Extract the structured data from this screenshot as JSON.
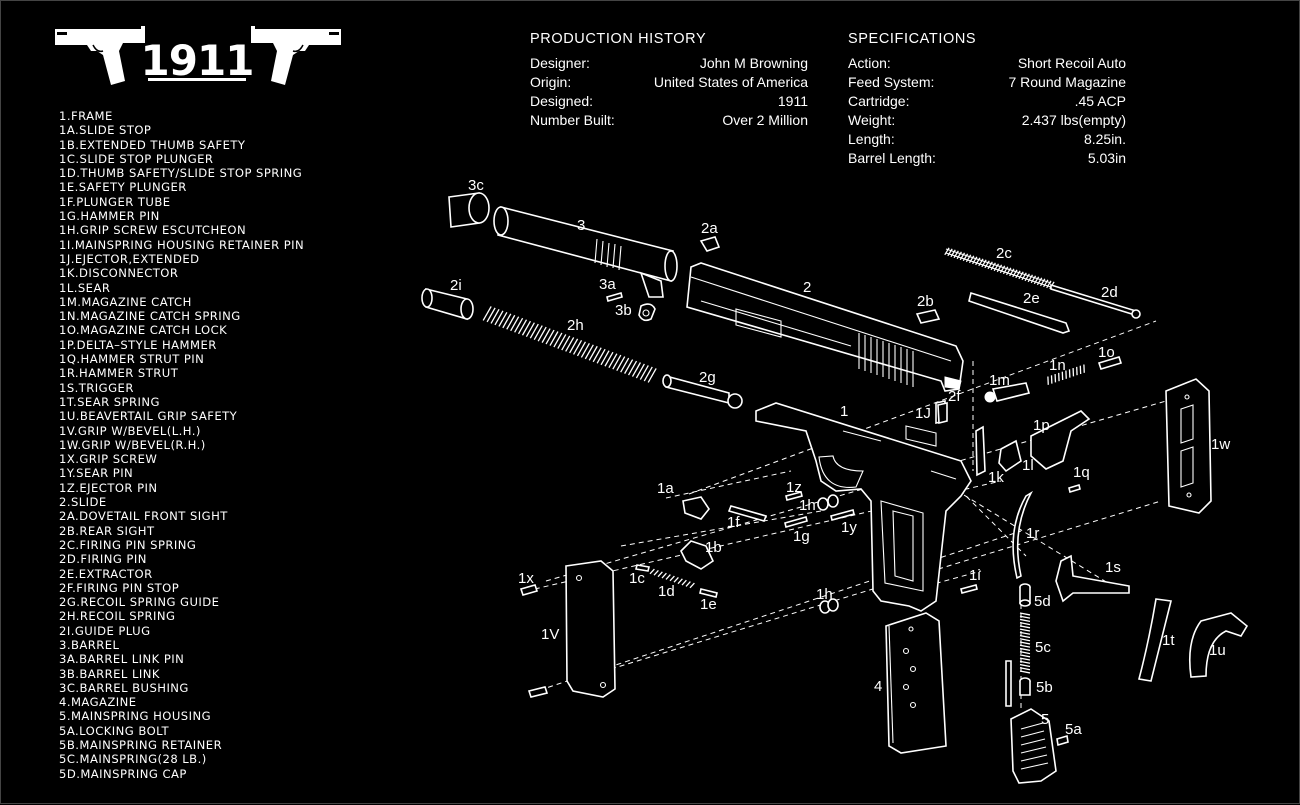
{
  "logo": {
    "title": "1911"
  },
  "parts": [
    "1.FRAME",
    "1A.SLIDE STOP",
    "1B.EXTENDED THUMB SAFETY",
    "1C.SLIDE STOP PLUNGER",
    "1D.THUMB SAFETY/SLIDE STOP SPRING",
    "1E.SAFETY PLUNGER",
    "1F.PLUNGER TUBE",
    "1G.HAMMER PIN",
    "1H.GRIP SCREW ESCUTCHEON",
    "1I.MAINSPRING HOUSING RETAINER PIN",
    "1J.EJECTOR,EXTENDED",
    "1K.DISCONNECTOR",
    "1L.SEAR",
    "1M.MAGAZINE CATCH",
    "1N.MAGAZINE CATCH SPRING",
    "1O.MAGAZINE CATCH LOCK",
    "1P.DELTA–STYLE HAMMER",
    "1Q.HAMMER STRUT PIN",
    "1R.HAMMER STRUT",
    "1S.TRIGGER",
    "1T.SEAR SPRING",
    "1U.BEAVERTAIL GRIP SAFETY",
    "1V.GRIP W/BEVEL(L.H.)",
    "1W.GRIP W/BEVEL(R.H.)",
    "1X.GRIP SCREW",
    "1Y.SEAR PIN",
    "1Z.EJECTOR PIN",
    "2.SLIDE",
    "2A.DOVETAIL FRONT SIGHT",
    "2B.REAR SIGHT",
    "2C.FIRING PIN SPRING",
    "2D.FIRING PIN",
    "2E.EXTRACTOR",
    "2F.FIRING PIN STOP",
    "2G.RECOIL SPRING GUIDE",
    "2H.RECOIL SPRING",
    "2I.GUIDE PLUG",
    "3.BARREL",
    "3A.BARREL LINK PIN",
    "3B.BARREL LINK",
    "3C.BARREL BUSHING",
    "4.MAGAZINE",
    "5.MAINSPRING HOUSING",
    "5A.LOCKING BOLT",
    "5B.MAINSPRING RETAINER",
    "5C.MAINSPRING(28 LB.)",
    "5D.MAINSPRING CAP"
  ],
  "production": {
    "heading": "PRODUCTION HISTORY",
    "rows": [
      {
        "label": "Designer:",
        "value": "John M Browning"
      },
      {
        "label": "Origin:",
        "value": "United States of America"
      },
      {
        "label": "Designed:",
        "value": "1911"
      },
      {
        "label": "Number Built:",
        "value": "Over 2 Million"
      }
    ]
  },
  "specifications": {
    "heading": "SPECIFICATIONS",
    "rows": [
      {
        "label": "Action:",
        "value": "Short Recoil Auto"
      },
      {
        "label": "Feed System:",
        "value": "7 Round Magazine"
      },
      {
        "label": "Cartridge:",
        "value": ".45 ACP"
      },
      {
        "label": "Weight:",
        "value": "2.437 lbs(empty)"
      },
      {
        "label": "Length:",
        "value": "8.25in."
      },
      {
        "label": "Barrel Length:",
        "value": "5.03in"
      }
    ]
  },
  "diagram_labels": {
    "p3c": "3c",
    "p3": "3",
    "p3a": "3a",
    "p3b": "3b",
    "p2a": "2a",
    "p2": "2",
    "p2b": "2b",
    "p2c": "2c",
    "p2e": "2e",
    "p2d": "2d",
    "p2i": "2i",
    "p2h": "2h",
    "p2g": "2g",
    "p2f": "2f",
    "p1m": "1m",
    "p1n": "1n",
    "p1o": "1o",
    "p1J": "1J",
    "p1": "1",
    "p1p": "1p",
    "p1l": "1l",
    "p1k": "1k",
    "p1q": "1q",
    "p1w": "1w",
    "p1a": "1a",
    "p1z": "1z",
    "p1h_top": "1h",
    "p1f": "1f",
    "p1g": "1g",
    "p1y": "1y",
    "p1b": "1b",
    "p1r": "1r",
    "p1c": "1c",
    "p1d": "1d",
    "p1e": "1e",
    "p1s": "1s",
    "p1x": "1x",
    "p1i": "1i",
    "p1h": "1h",
    "p5d": "5d",
    "p1V": "1V",
    "p5c": "5c",
    "p1t": "1t",
    "p1u": "1u",
    "p4": "4",
    "p5b": "5b",
    "p5": "5",
    "p5a": "5a"
  }
}
